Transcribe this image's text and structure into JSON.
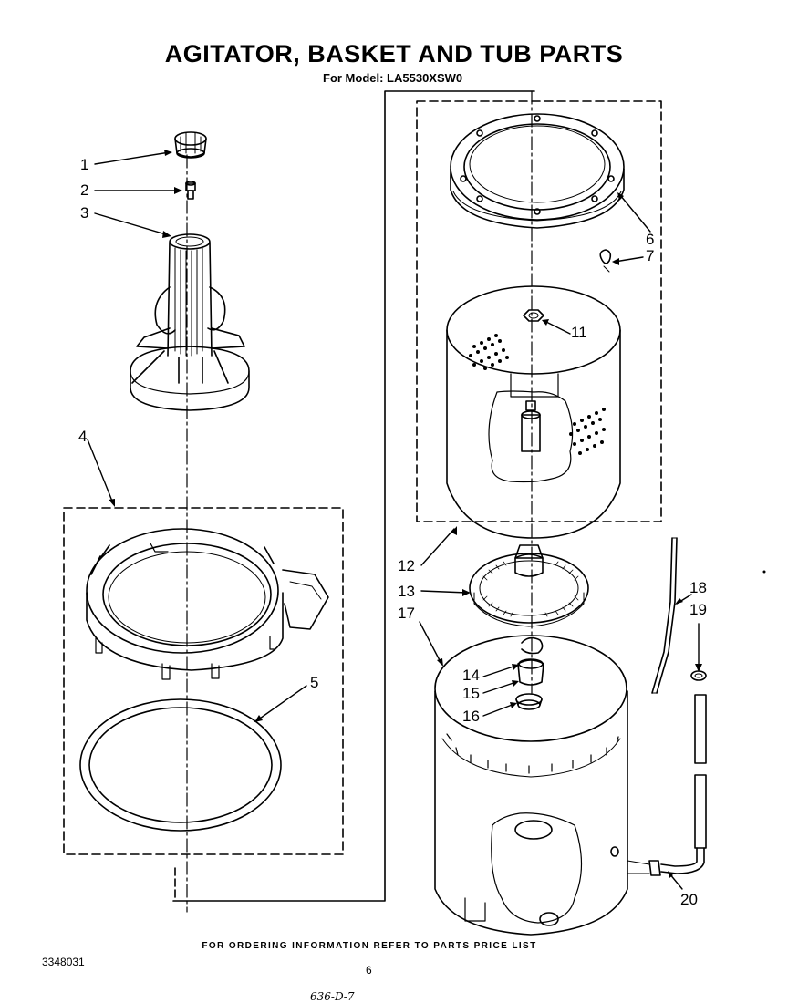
{
  "header": {
    "title": "AGITATOR, BASKET AND TUB PARTS",
    "model_line": "For Model: LA5530XSW0"
  },
  "callouts": [
    "1",
    "2",
    "3",
    "4",
    "5",
    "6",
    "7",
    "11",
    "12",
    "13",
    "14",
    "15",
    "16",
    "17",
    "18",
    "19",
    "20"
  ],
  "footer": {
    "ordering_note": "FOR ORDERING INFORMATION REFER TO PARTS PRICE LIST",
    "doc_number": "3348031",
    "page_number": "6",
    "handwritten_code": "636-D-7"
  }
}
